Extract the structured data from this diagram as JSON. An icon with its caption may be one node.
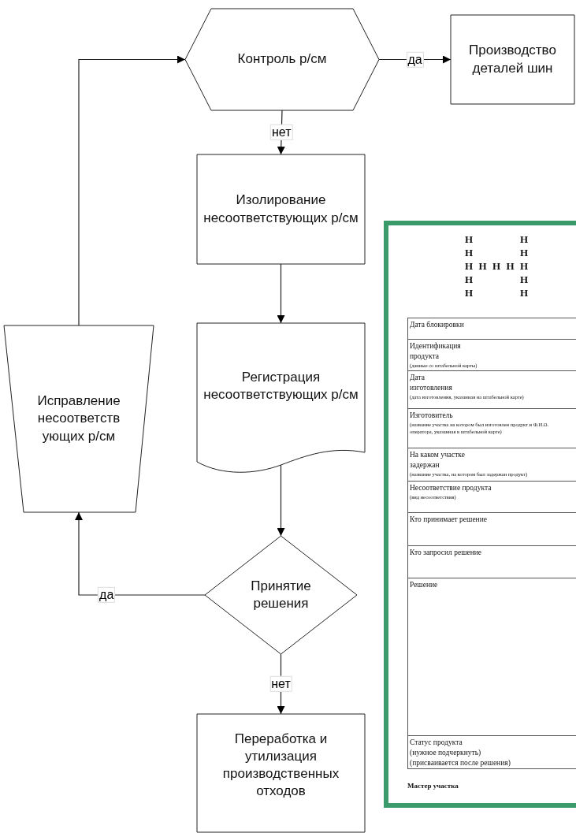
{
  "diagram": {
    "nodes": [
      {
        "text": [
          "Контроль р/см"
        ]
      },
      {
        "text": [
          "Производство деталей шин"
        ]
      },
      {
        "text": [
          "Изолирование несоответствующих р/см"
        ]
      },
      {
        "text": [
          "Регистрация несоответствующих р/см"
        ]
      },
      {
        "text": [
          "Исправление несоответств ующих р/см"
        ]
      },
      {
        "text": [
          "Принятие решения"
        ]
      },
      {
        "text": [
          "Переработка и утилизация производственных отходов"
        ]
      },
      {
        "text": [
          "Н Н",
          "Н Н",
          "Н Н Н Н Н",
          "Н Н",
          "Н Н",
          "Дата блокировки",
          "Идентификация продукта",
          "(данные со штабельной карты)",
          "Дата изготовления",
          "(дата изготовления, указанная на штабельной карте)",
          "Изготовитель",
          "(название участка на котором был изготовлен продукт  и Ф.И.О. оператора, указанная в штабельной карте)",
          "На каком участке задержан",
          "(название участка, на котором был задержан продукт)",
          "Несоответствие продукта",
          "(вид несоответствия)",
          "Кто принимает решение",
          "Кто запросил решение",
          "Решение",
          "Статус продукта",
          "(нужное подчеркнуть)",
          "(присваивается после решения)",
          "Мастер участка"
        ]
      }
    ],
    "edges": [
      {
        "from": 0,
        "to": 1,
        "arrow": "to",
        "label": "да"
      },
      {
        "from": 0,
        "to": 2,
        "arrow": "to",
        "label": "нет"
      },
      {
        "from": 2,
        "to": 3,
        "arrow": "to"
      },
      {
        "from": 3,
        "to": 5,
        "arrow": "to"
      },
      {
        "from": 5,
        "to": 4,
        "arrow": "to",
        "label": "да"
      },
      {
        "from": 4,
        "to": 0,
        "arrow": "to"
      },
      {
        "from": 5,
        "to": 6,
        "arrow": "to",
        "label": "нет"
      }
    ]
  }
}
